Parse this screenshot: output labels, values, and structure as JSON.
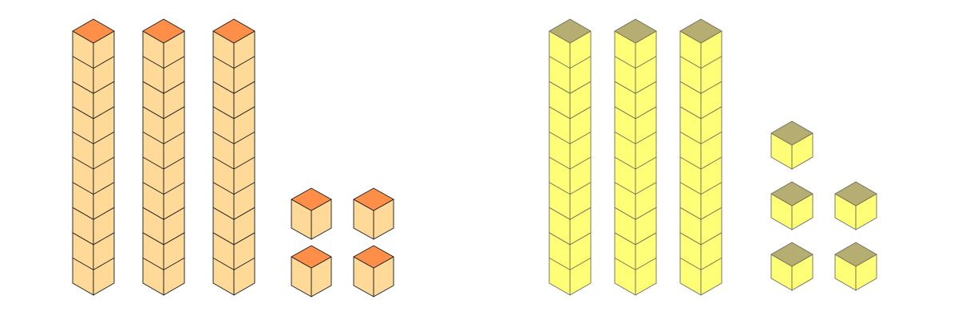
{
  "groups": [
    {
      "name": "orange",
      "colors": {
        "top": "#ff8f48",
        "face": "#ffd998",
        "stroke": "#1a1a1a"
      },
      "rods": 3,
      "units": 4,
      "cubes_per_rod": 10
    },
    {
      "name": "yellow",
      "colors": {
        "top": "#b5ad72",
        "face": "#ffff77",
        "stroke": "#6e6e5a"
      },
      "rods": 3,
      "units": 5,
      "cubes_per_rod": 10
    }
  ]
}
